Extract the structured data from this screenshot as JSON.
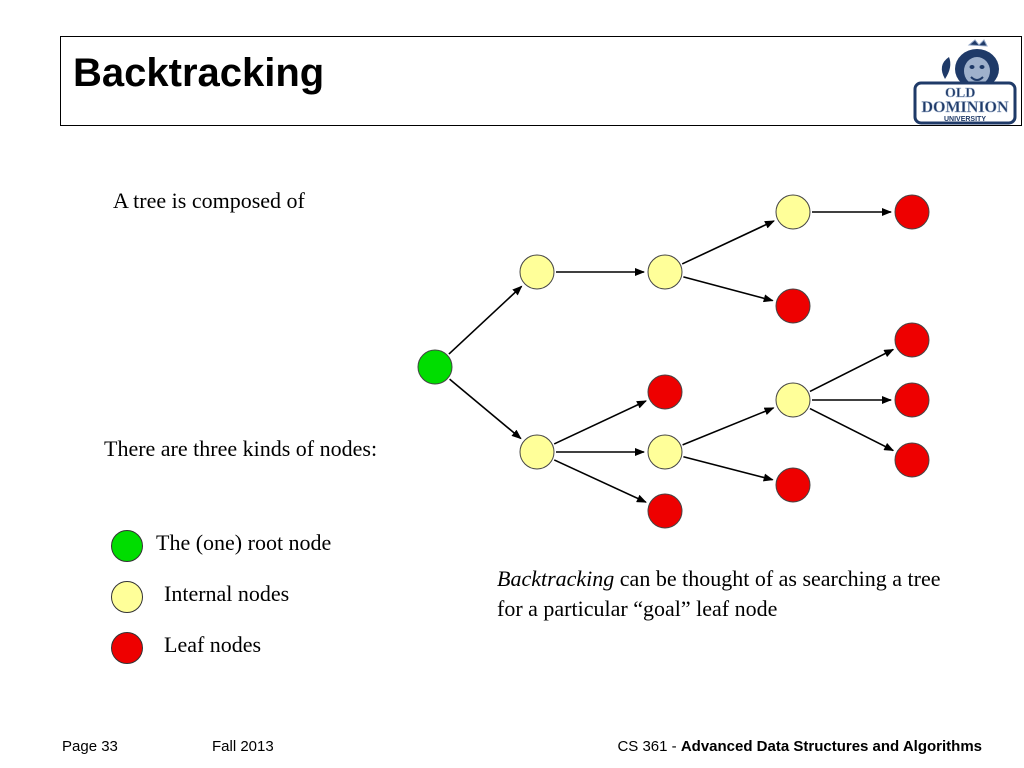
{
  "slide": {
    "title": "Backtracking",
    "logo_text": {
      "line1": "OLD",
      "line2": "DOMINION",
      "line3": "UNIVERSITY"
    },
    "intro_text": "A tree is composed of",
    "kinds_text": "There are three kinds of nodes:",
    "legend": [
      {
        "label": "The (one) root node",
        "color": "#00dd00"
      },
      {
        "label": "Internal nodes",
        "color": "#ffff99"
      },
      {
        "label": "Leaf nodes",
        "color": "#ee0000"
      }
    ],
    "caption": {
      "emphasis": "Backtracking",
      "rest": " can be thought of as searching a tree for a particular “goal” leaf node"
    }
  },
  "footer": {
    "page": "Page 33",
    "term": "Fall 2013",
    "course_code": "CS 361 - ",
    "course_name": "Advanced Data Structures and Algorithms"
  },
  "colors": {
    "root": "#00dd00",
    "internal": "#ffff99",
    "leaf": "#ee0000",
    "edge": "#000000"
  },
  "tree": {
    "nodes": [
      {
        "id": "root",
        "kind": "root"
      },
      {
        "id": "i1",
        "kind": "internal"
      },
      {
        "id": "i2",
        "kind": "internal"
      },
      {
        "id": "i3",
        "kind": "internal"
      },
      {
        "id": "i4",
        "kind": "internal"
      },
      {
        "id": "i5",
        "kind": "internal"
      },
      {
        "id": "i6",
        "kind": "internal"
      },
      {
        "id": "l1",
        "kind": "leaf"
      },
      {
        "id": "l2",
        "kind": "leaf"
      },
      {
        "id": "l3",
        "kind": "leaf"
      },
      {
        "id": "l4",
        "kind": "leaf"
      },
      {
        "id": "l5",
        "kind": "leaf"
      },
      {
        "id": "l6",
        "kind": "leaf"
      },
      {
        "id": "l7",
        "kind": "leaf"
      },
      {
        "id": "l8",
        "kind": "leaf"
      }
    ],
    "edges": [
      [
        "root",
        "i1"
      ],
      [
        "root",
        "i4"
      ],
      [
        "i1",
        "i2"
      ],
      [
        "i2",
        "i3"
      ],
      [
        "i2",
        "l2"
      ],
      [
        "i3",
        "l1"
      ],
      [
        "i4",
        "l4"
      ],
      [
        "i4",
        "i5"
      ],
      [
        "i4",
        "l7"
      ],
      [
        "i5",
        "i6"
      ],
      [
        "i5",
        "l8"
      ],
      [
        "i6",
        "l3"
      ],
      [
        "i6",
        "l5"
      ],
      [
        "i6",
        "l6"
      ]
    ]
  }
}
